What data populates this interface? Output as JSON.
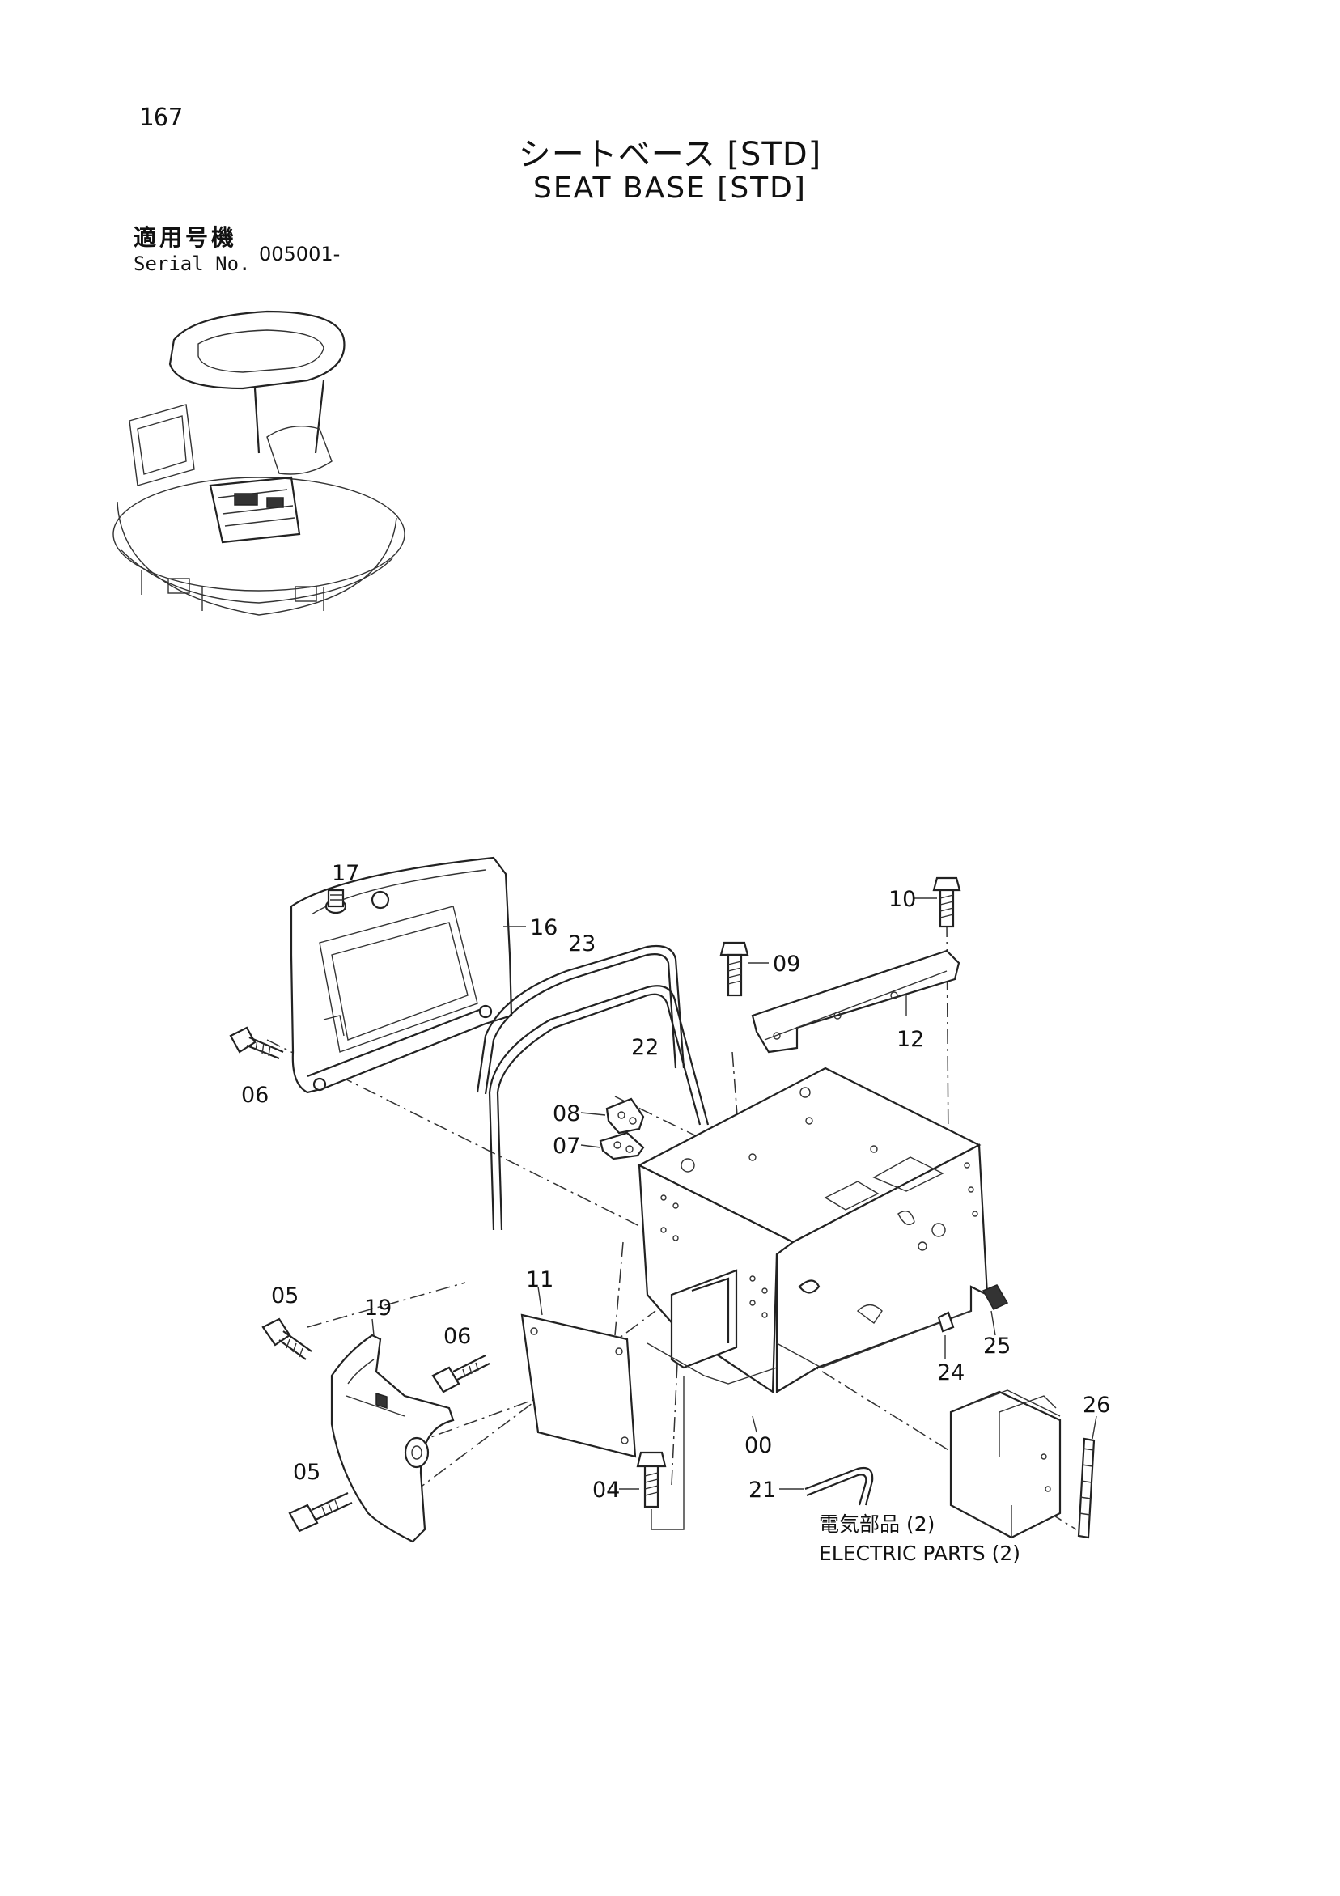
{
  "page_number": "167",
  "title_jp": "シートベース [STD]",
  "title_en": "SEAT BASE [STD]",
  "serial": {
    "label_jp": "適用号機",
    "label_en": "Serial No.",
    "value": "005001-"
  },
  "callouts": [
    {
      "id": "c17",
      "text": "17"
    },
    {
      "id": "c16",
      "text": "16"
    },
    {
      "id": "c23",
      "text": "23"
    },
    {
      "id": "c22",
      "text": "22"
    },
    {
      "id": "c06a",
      "text": "06"
    },
    {
      "id": "c09",
      "text": "09"
    },
    {
      "id": "c10",
      "text": "10"
    },
    {
      "id": "c12",
      "text": "12"
    },
    {
      "id": "c08",
      "text": "08"
    },
    {
      "id": "c07",
      "text": "07"
    },
    {
      "id": "c11",
      "text": "11"
    },
    {
      "id": "c05a",
      "text": "05"
    },
    {
      "id": "c19",
      "text": "19"
    },
    {
      "id": "c06b",
      "text": "06"
    },
    {
      "id": "c05b",
      "text": "05"
    },
    {
      "id": "c04",
      "text": "04"
    },
    {
      "id": "c00",
      "text": "00"
    },
    {
      "id": "c21",
      "text": "21"
    },
    {
      "id": "c24",
      "text": "24"
    },
    {
      "id": "c25",
      "text": "25"
    },
    {
      "id": "c26",
      "text": "26"
    }
  ],
  "notes": {
    "electric_jp": "電気部品 (2)",
    "electric_en": "ELECTRIC  PARTS (2)"
  }
}
